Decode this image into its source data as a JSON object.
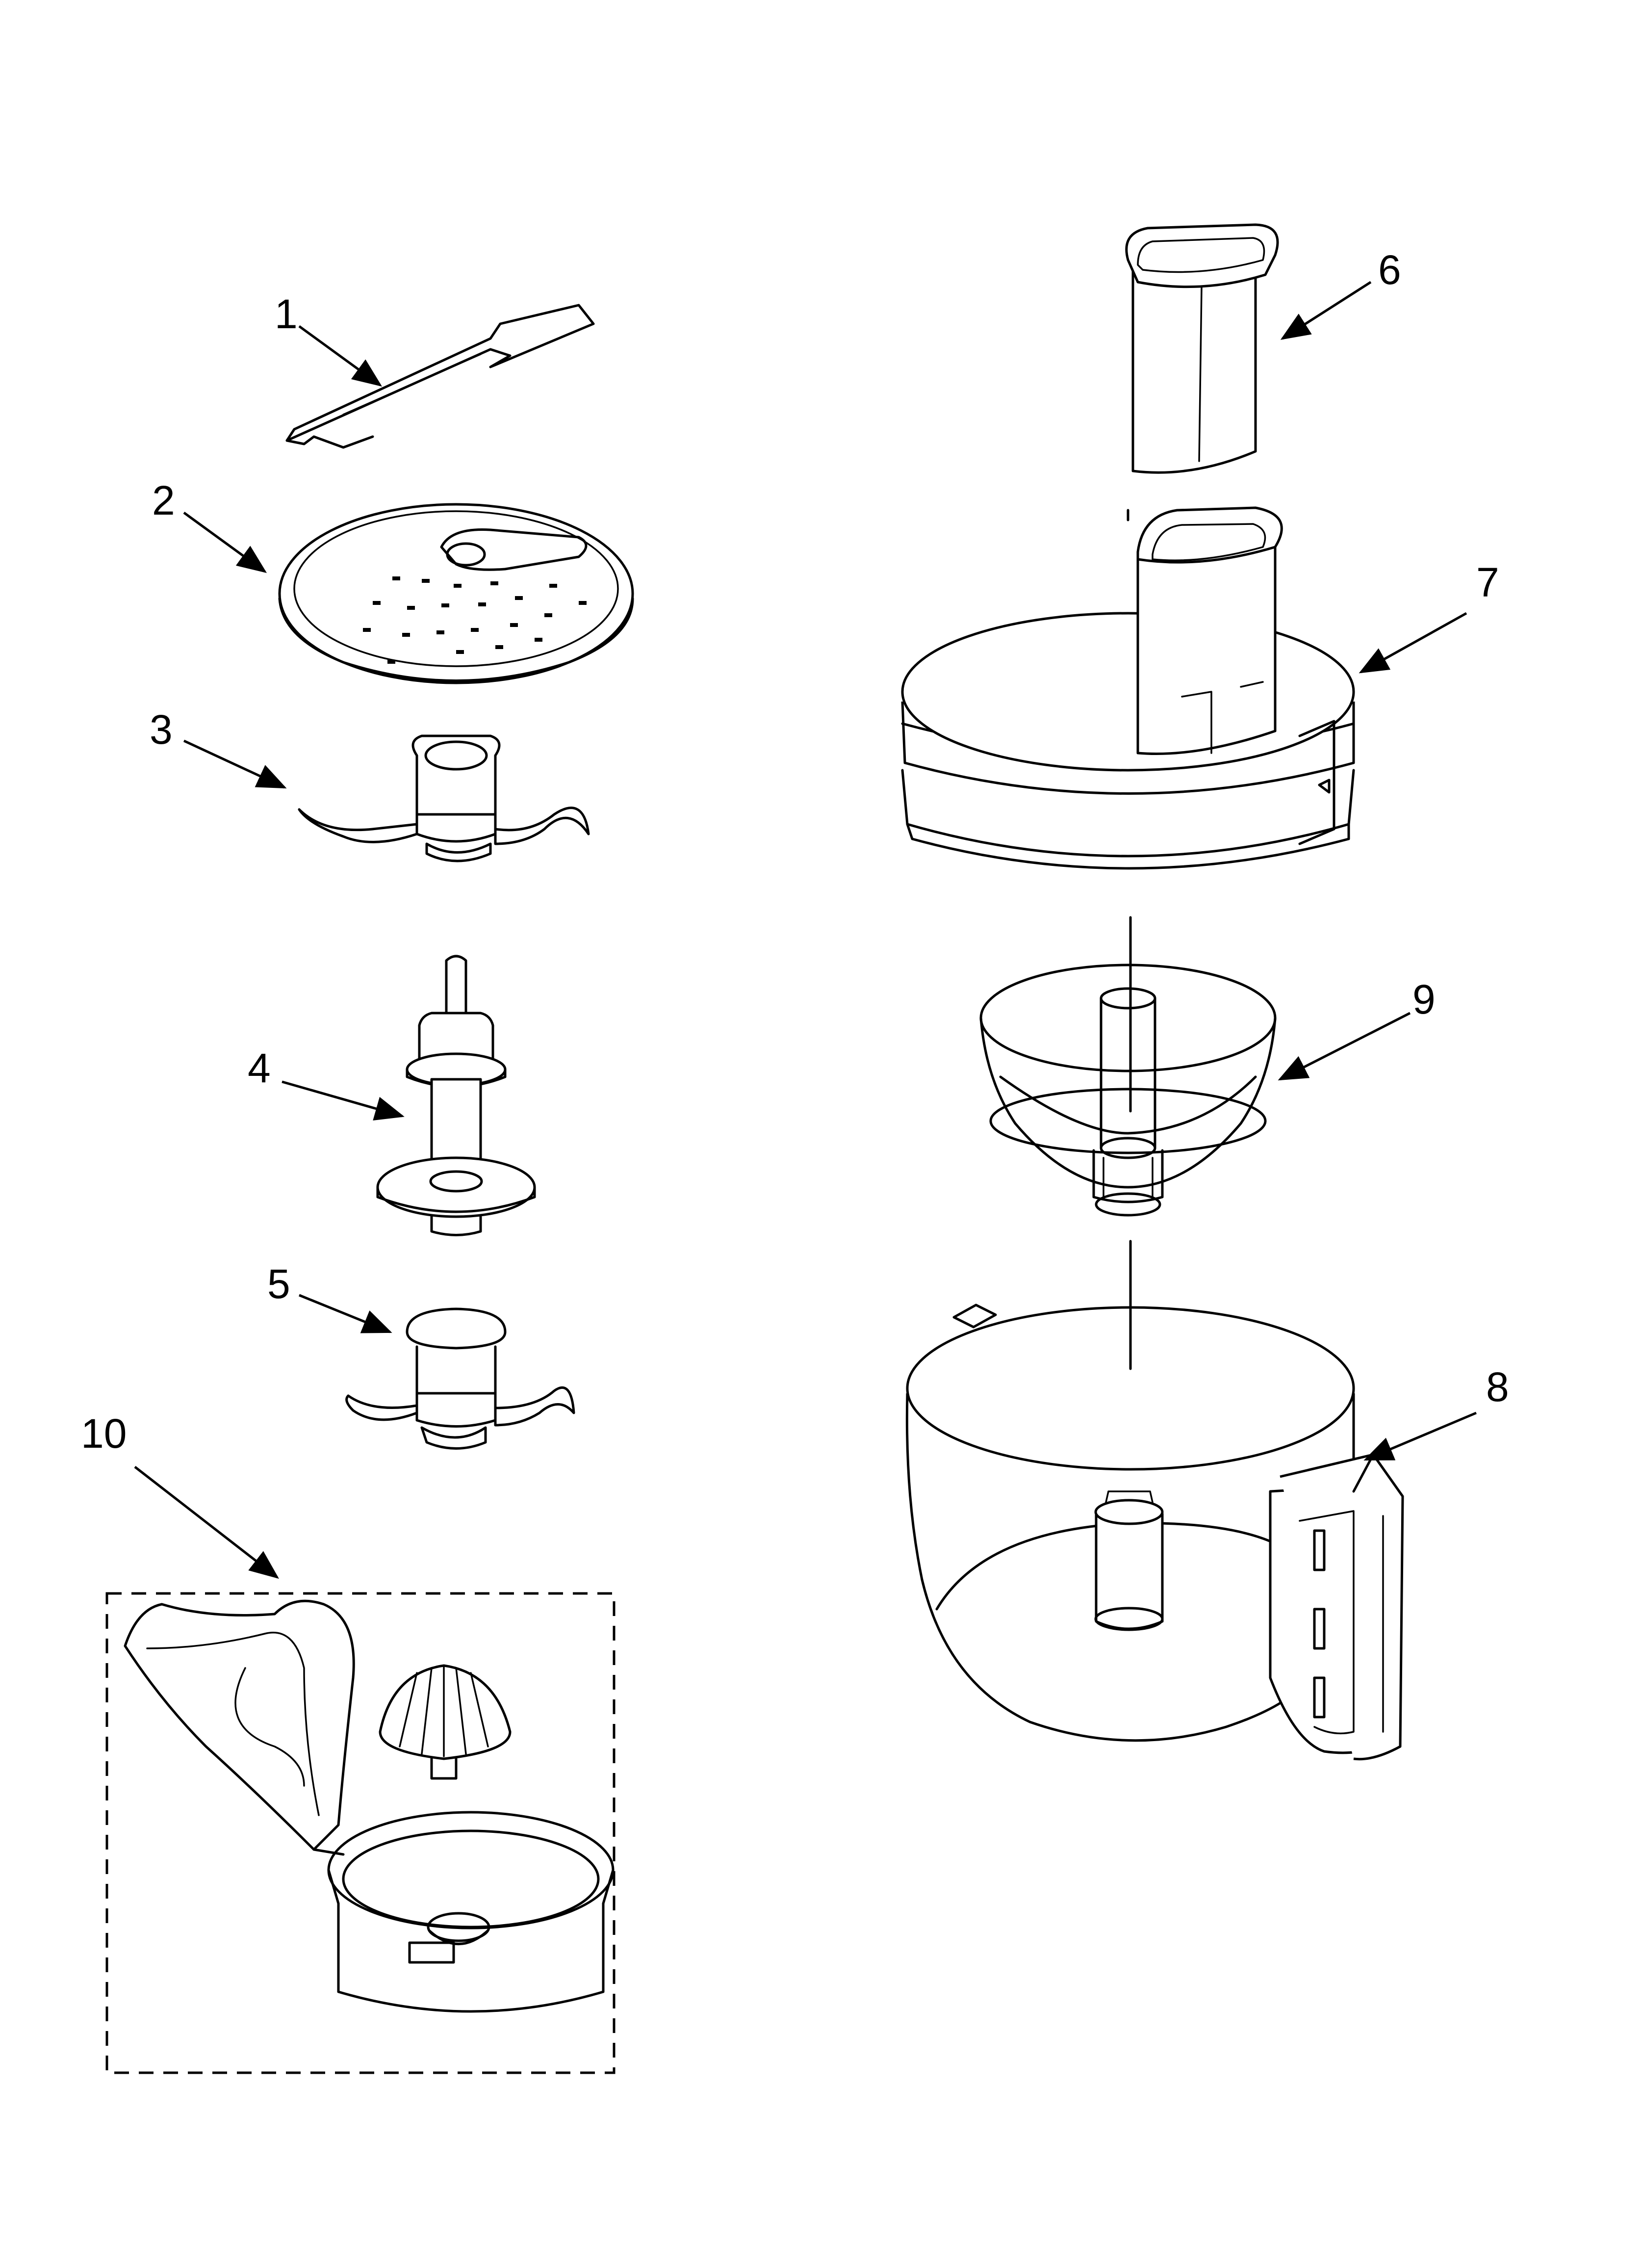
{
  "callouts": [
    {
      "number": "1",
      "part": "part-1"
    },
    {
      "number": "2",
      "part": "part-2"
    },
    {
      "number": "3",
      "part": "part-3"
    },
    {
      "number": "4",
      "part": "part-4"
    },
    {
      "number": "5",
      "part": "part-5"
    },
    {
      "number": "6",
      "part": "part-6"
    },
    {
      "number": "7",
      "part": "part-7"
    },
    {
      "number": "8",
      "part": "part-8"
    },
    {
      "number": "9",
      "part": "part-9"
    },
    {
      "number": "10",
      "part": "part-10"
    }
  ],
  "colors": {
    "line": "#000000",
    "background": "#ffffff"
  }
}
